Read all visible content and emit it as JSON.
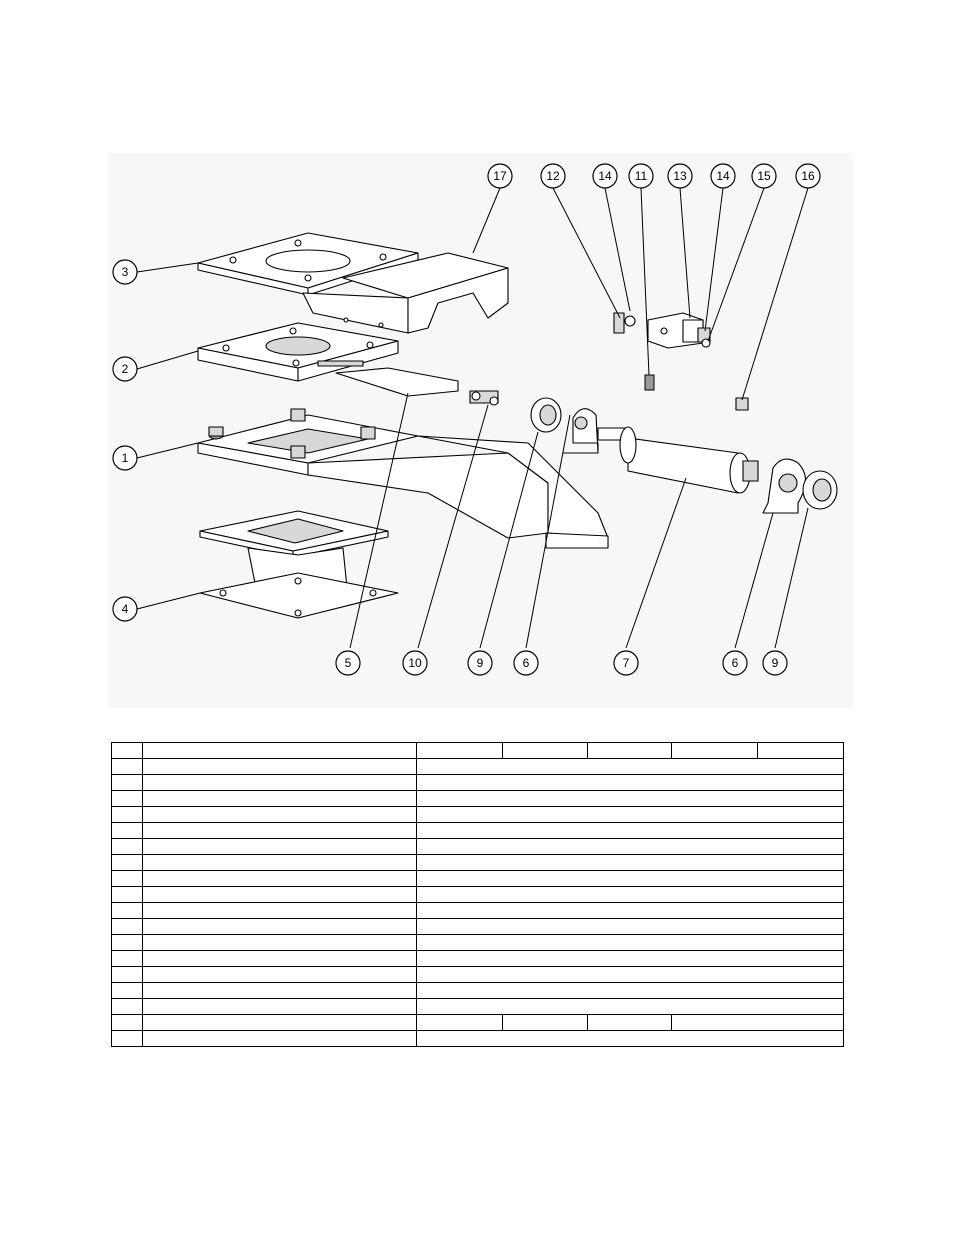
{
  "drawing": {
    "callouts": [
      {
        "id": "callout-1",
        "label": "1"
      },
      {
        "id": "callout-2",
        "label": "2"
      },
      {
        "id": "callout-3",
        "label": "3"
      },
      {
        "id": "callout-4",
        "label": "4"
      },
      {
        "id": "callout-5",
        "label": "5"
      },
      {
        "id": "callout-6a",
        "label": "6"
      },
      {
        "id": "callout-6b",
        "label": "6"
      },
      {
        "id": "callout-7",
        "label": "7"
      },
      {
        "id": "callout-9a",
        "label": "9"
      },
      {
        "id": "callout-9b",
        "label": "9"
      },
      {
        "id": "callout-10",
        "label": "10"
      },
      {
        "id": "callout-11",
        "label": "11"
      },
      {
        "id": "callout-12",
        "label": "12"
      },
      {
        "id": "callout-13",
        "label": "13"
      },
      {
        "id": "callout-14a",
        "label": "14"
      },
      {
        "id": "callout-14b",
        "label": "14"
      },
      {
        "id": "callout-15",
        "label": "15"
      },
      {
        "id": "callout-16",
        "label": "16"
      },
      {
        "id": "callout-17",
        "label": "17"
      }
    ]
  },
  "parts_table": {
    "row_count": 19,
    "split_rows": [
      0,
      17
    ]
  }
}
